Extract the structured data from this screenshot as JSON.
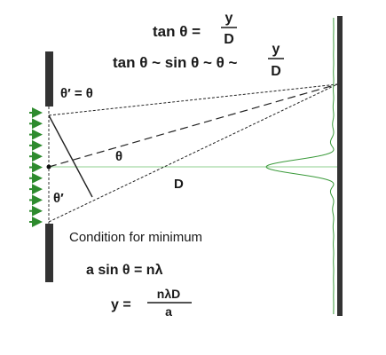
{
  "equations": {
    "eq1_lhs": "tan θ =",
    "eq1_num": "y",
    "eq1_den": "D",
    "eq2_lhs": "tan θ ~ sin θ ~ θ ~",
    "eq2_num": "y",
    "eq2_den": "D"
  },
  "labels": {
    "theta_prime_eq": "θ′ = θ",
    "theta": "θ",
    "theta_prime": "θ′",
    "distance": "D",
    "condition": "Condition for minimum",
    "min_formula": "a sin θ = nλ",
    "y_lhs": "y =",
    "y_num": "nλD",
    "y_den": "a"
  },
  "colors": {
    "arrows": "#2e8b2e",
    "pattern": "#3a9a3a",
    "axis": "#8fcf8f",
    "barrier": "#333333",
    "rays": "#222222"
  }
}
